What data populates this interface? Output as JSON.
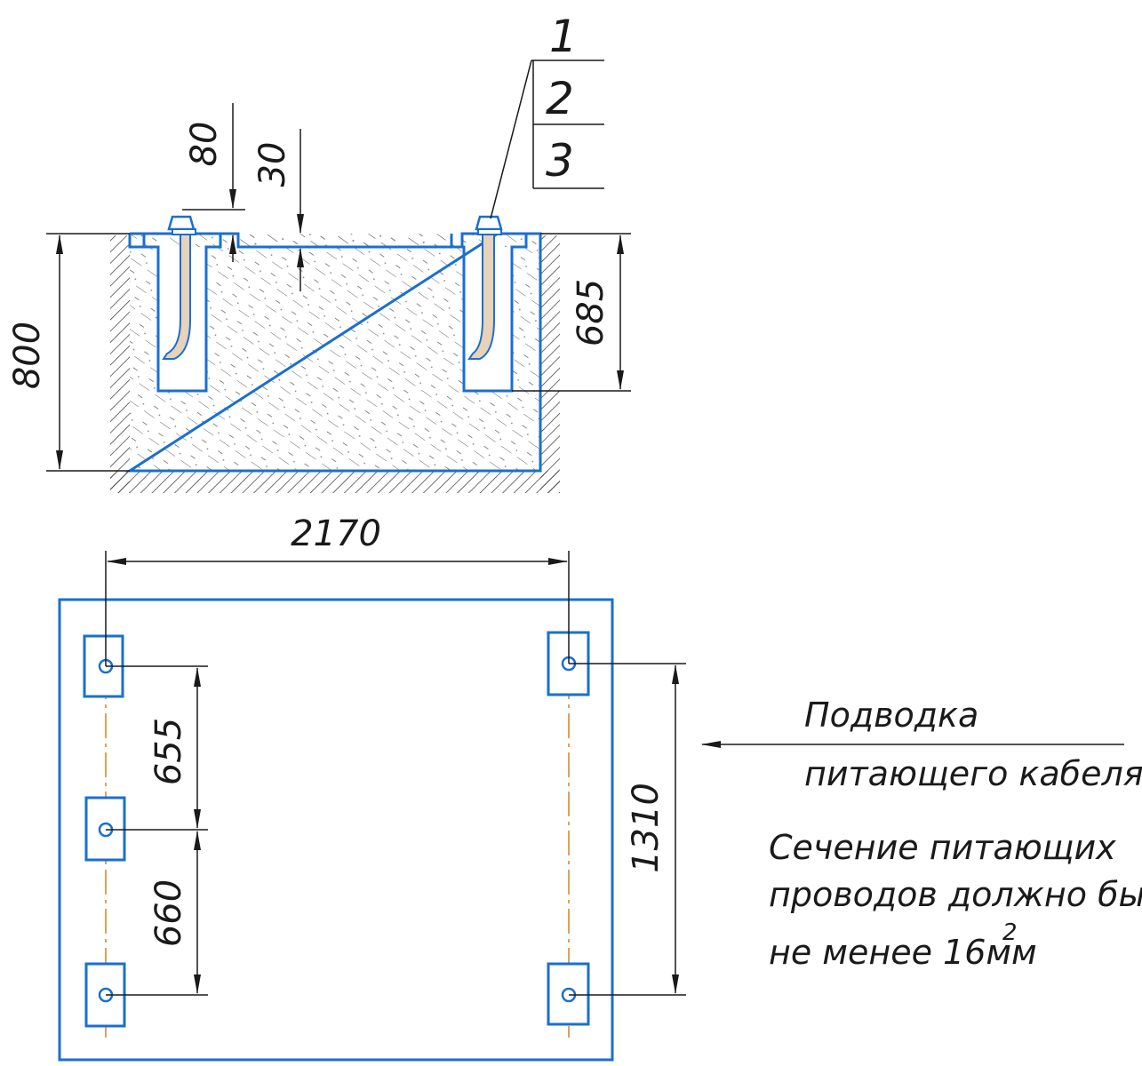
{
  "section_view": {
    "dimensions": {
      "depth": "800",
      "anchor_depth": "685",
      "bolt_protrusion": "80",
      "recess_depth": "30"
    },
    "callouts": [
      "1",
      "2",
      "3"
    ]
  },
  "plan_view": {
    "dimensions": {
      "width": "2170",
      "spacing_top": "655",
      "spacing_bottom": "660",
      "spacing_total": "1310"
    }
  },
  "notes": {
    "cable_line1": "Подводка",
    "cable_line2": "питающего кабеля",
    "section_line1": "Сечение питающих",
    "section_line2": "проводов должно быть",
    "section_line3": "не менее 16мм",
    "section_superscript": "2"
  },
  "colors": {
    "outline": "#1a6fd0",
    "line": "#1a1a1a",
    "axis": "#d98a2b",
    "bolt": "#c9a27a"
  }
}
